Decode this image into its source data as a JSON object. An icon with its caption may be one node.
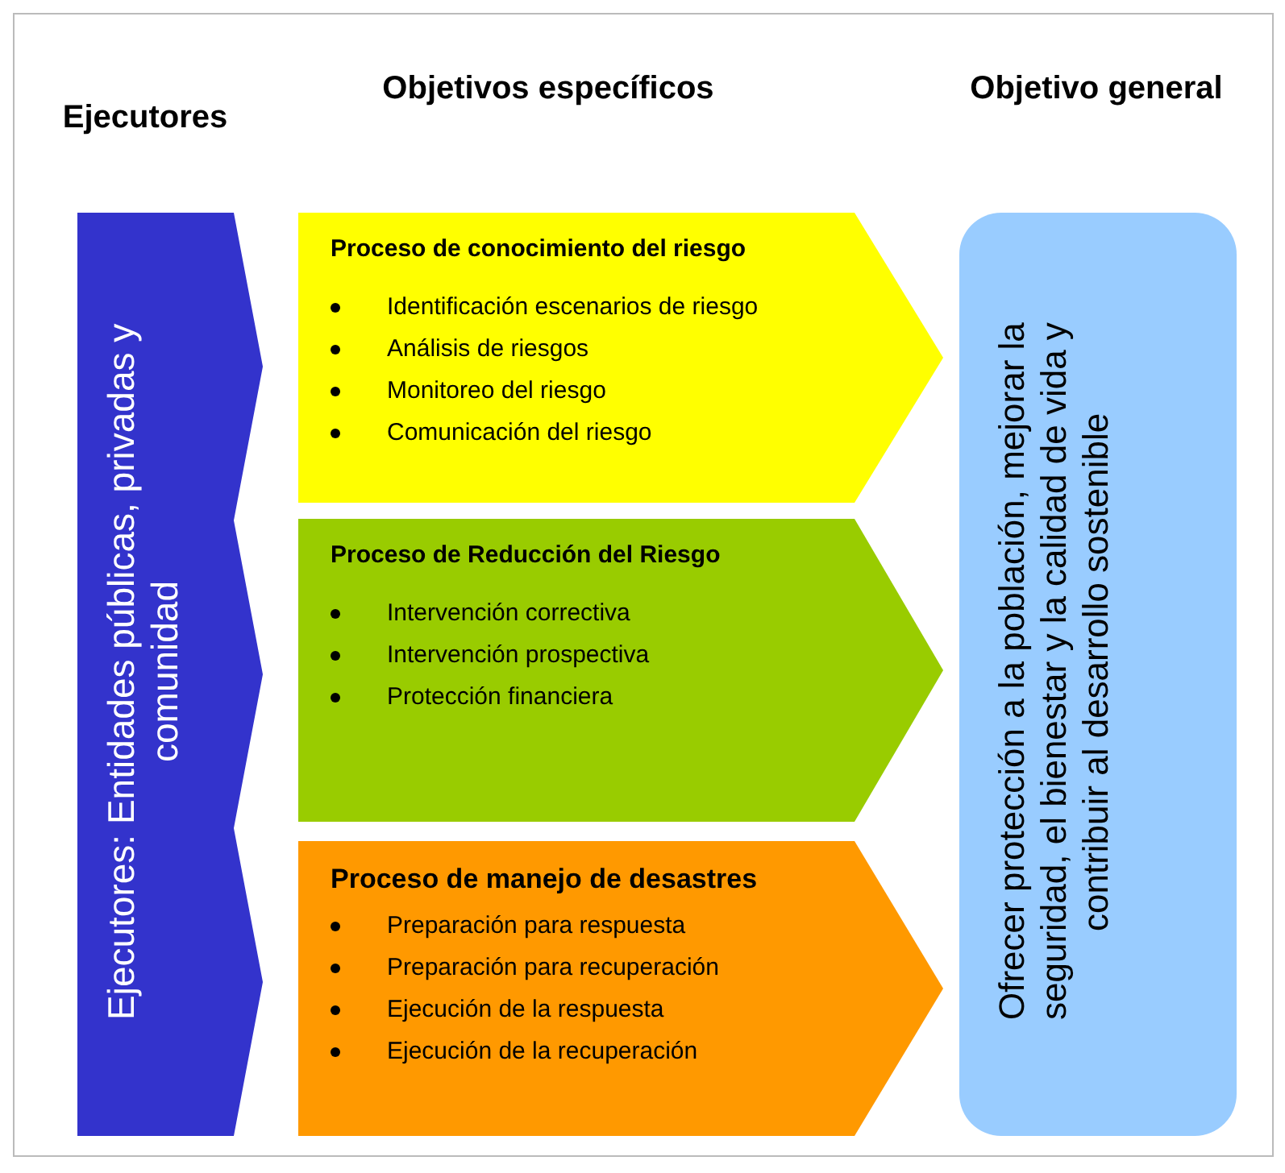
{
  "diagram": {
    "nodes": [
      {
        "text": [
          "Ejecutores: Entidades públicas, privadas y comunidad"
        ]
      },
      {
        "text": [
          "Proceso de conocimiento del riesgo",
          "Identificación escenarios de riesgo",
          "Análisis de riesgos",
          "Monitoreo del riesgo",
          "Comunicación del riesgo"
        ]
      },
      {
        "text": [
          "Proceso de Reducción del Riesgo",
          "Intervención correctiva",
          "Intervención prospectiva",
          "Protección financiera"
        ]
      },
      {
        "text": [
          "Proceso de manejo de desastres",
          "Preparación para respuesta",
          "Preparación para recuperación",
          "Ejecución de la respuesta",
          "Ejecución de la recuperación"
        ]
      },
      {
        "text": [
          "Ofrecer protección a la población, mejorar la seguridad, el bienestar y la calidad de vida y contribuir al desarrollo sostenible"
        ]
      }
    ],
    "edges": [],
    "labels": [
      "Ejecutores",
      "Objetivos específicos",
      "Objetivo general"
    ]
  }
}
